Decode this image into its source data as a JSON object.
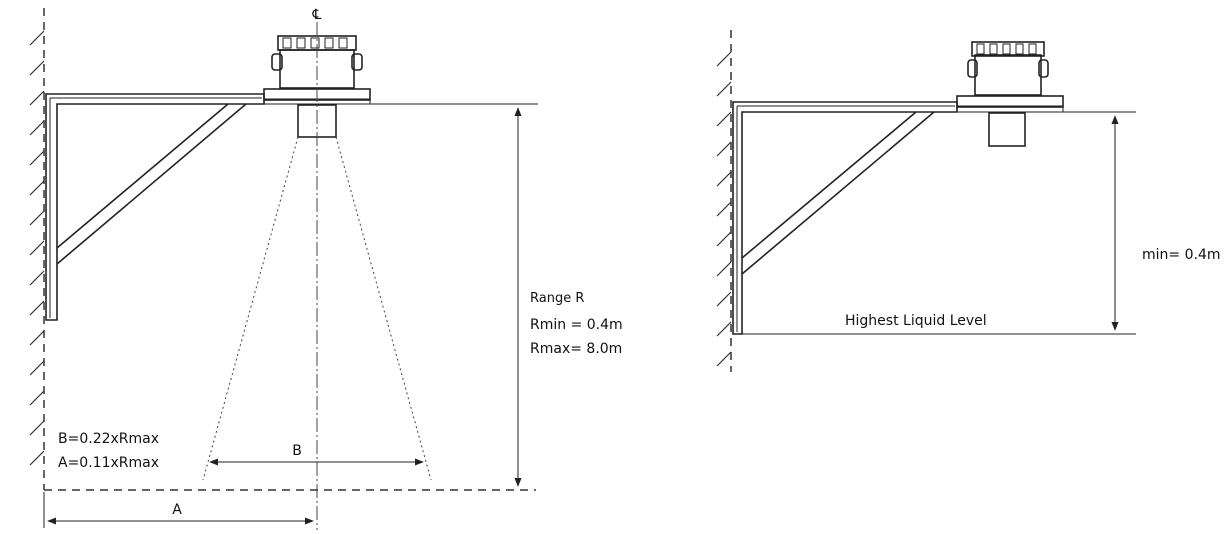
{
  "left_diagram": {
    "centerline_symbol": "℄",
    "range_label": "Range R",
    "rmin_label": "Rmin = 0.4m",
    "rmax_label": "Rmax= 8.0m",
    "b_formula": "B=0.22xRmax",
    "a_formula": "A=0.11xRmax",
    "dim_b": "B",
    "dim_a": "A"
  },
  "right_diagram": {
    "min_label": "min= 0.4m",
    "highest_level_label": "Highest Liquid Level"
  }
}
